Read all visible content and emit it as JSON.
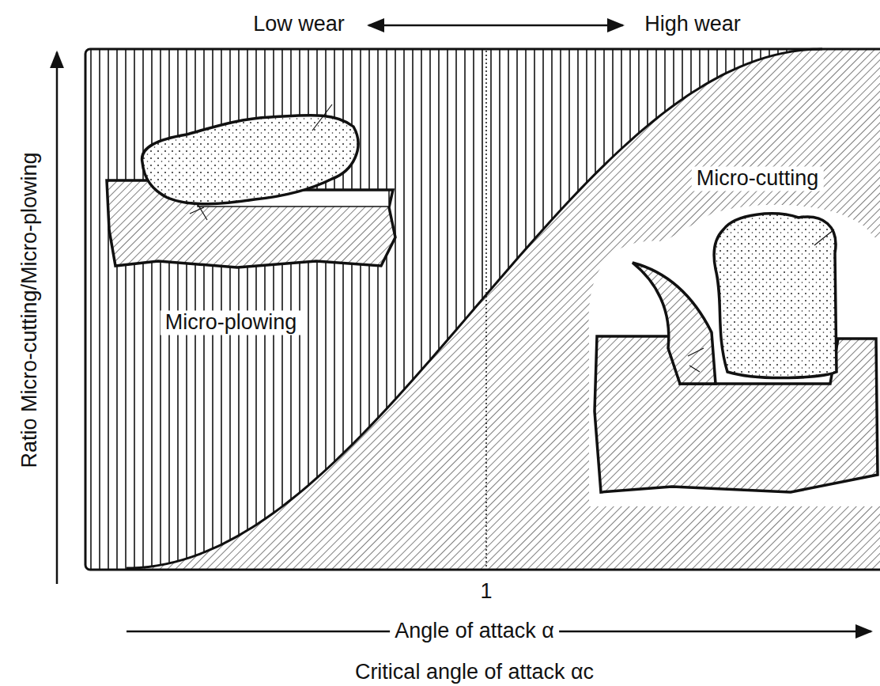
{
  "diagram": {
    "labels": [
      "Low wear",
      "High wear",
      "Ratio Micro-cutting/Micro-plowing",
      "Micro-plowing",
      "Micro-cutting",
      "1",
      "Angle of attack α",
      "Critical angle of attack αc"
    ]
  }
}
